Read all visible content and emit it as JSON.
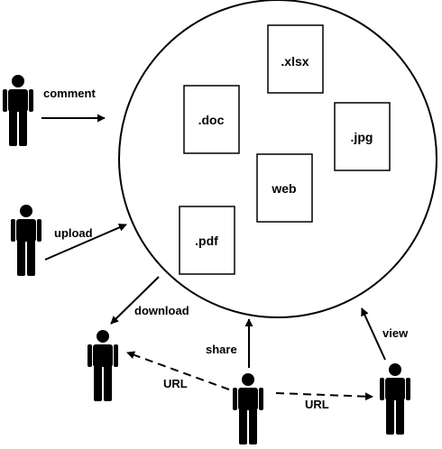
{
  "documents": {
    "xlsx": ".xlsx",
    "doc": ".doc",
    "jpg": ".jpg",
    "web": "web",
    "pdf": ".pdf"
  },
  "actions": {
    "comment": "comment",
    "upload": "upload",
    "download": "download",
    "share": "share",
    "view": "view",
    "url_left": "URL",
    "url_right": "URL"
  },
  "colors": {
    "ink": "#000000",
    "background": "#ffffff"
  }
}
